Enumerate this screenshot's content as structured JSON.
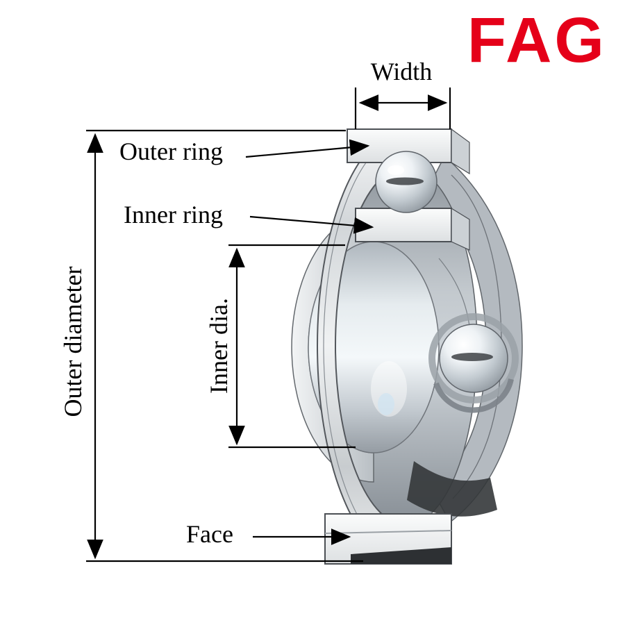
{
  "logo": {
    "text": "FAG",
    "color": "#e50019"
  },
  "labels": {
    "width": "Width",
    "outer_ring": "Outer ring",
    "inner_ring": "Inner ring",
    "inner_dia": "Inner dia.",
    "outer_diameter": "Outer diameter",
    "face": "Face"
  },
  "colors": {
    "line": "#000000",
    "metal_light": "#f2f4f5",
    "metal_mid": "#c6ccd1",
    "metal_dark": "#7c838a"
  }
}
